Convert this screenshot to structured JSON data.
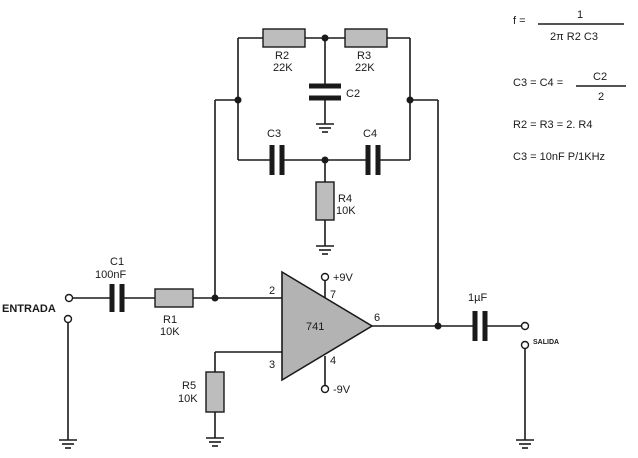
{
  "labels": {
    "r1": "R1",
    "r1_val": "10K",
    "r2": "R2",
    "r2_val": "22K",
    "r3": "R3",
    "r3_val": "22K",
    "r4": "R4",
    "r4_val": "10K",
    "r5": "R5",
    "r5_val": "10K",
    "c1": "C1",
    "c1_val": "100nF",
    "c2": "C2",
    "c3": "C3",
    "c4": "C4",
    "cout_val": "1µF",
    "opamp": "741",
    "pin2": "2",
    "pin3": "3",
    "pin4": "4",
    "pin6": "6",
    "pin7": "7",
    "vpos": "+9V",
    "vneg": "-9V",
    "input": "ENTRADA",
    "output": "SALIDA"
  },
  "equations": {
    "f_lhs": "f =",
    "f_num": "1",
    "f_den": "2π  R2  C3",
    "c_lhs": "C3 = C4 =",
    "c_num": "C2",
    "c_den": "2",
    "r_eq": "R2 = R3 = 2. R4",
    "c3_eq": "C3 = 10nF P/1KHz"
  }
}
